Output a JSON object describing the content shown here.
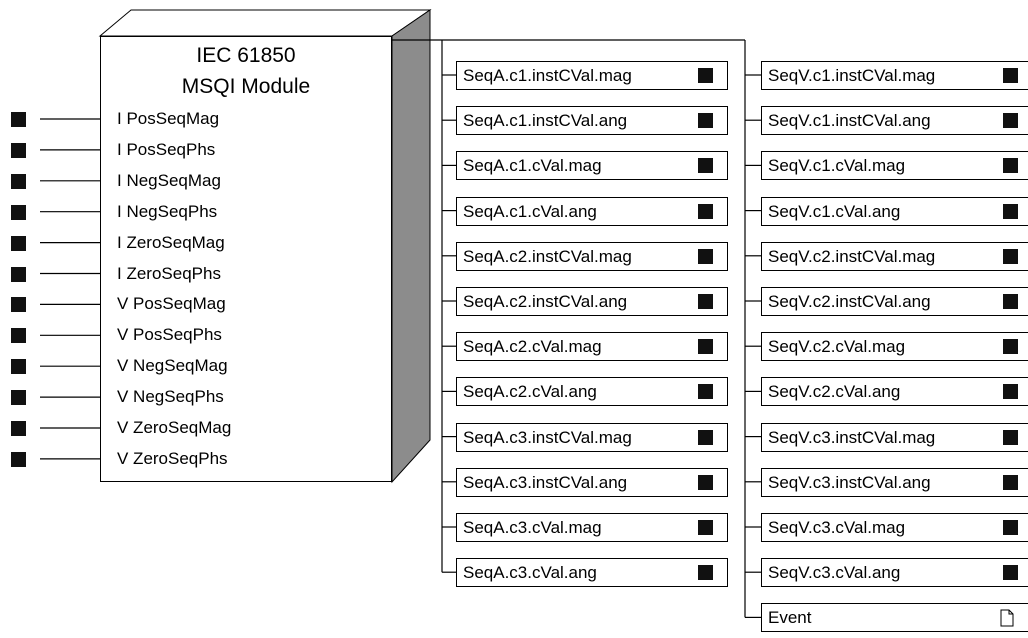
{
  "module": {
    "title_line1": "IEC 61850",
    "title_line2": "MSQI Module"
  },
  "inputs": [
    "I PosSeqMag",
    "I PosSeqPhs",
    "I NegSeqMag",
    "I NegSeqPhs",
    "I ZeroSeqMag",
    "I ZeroSeqPhs",
    "V PosSeqMag",
    "V PosSeqPhs",
    "V NegSeqMag",
    "V NegSeqPhs",
    "V ZeroSeqMag",
    "V ZeroSeqPhs"
  ],
  "outputs_a": [
    "SeqA.c1.instCVal.mag",
    "SeqA.c1.instCVal.ang",
    "SeqA.c1.cVal.mag",
    "SeqA.c1.cVal.ang",
    "SeqA.c2.instCVal.mag",
    "SeqA.c2.instCVal.ang",
    "SeqA.c2.cVal.mag",
    "SeqA.c2.cVal.ang",
    "SeqA.c3.instCVal.mag",
    "SeqA.c3.instCVal.ang",
    "SeqA.c3.cVal.mag",
    "SeqA.c3.cVal.ang"
  ],
  "outputs_v": [
    "SeqV.c1.instCVal.mag",
    "SeqV.c1.instCVal.ang",
    "SeqV.c1.cVal.mag",
    "SeqV.c1.cVal.ang",
    "SeqV.c2.instCVal.mag",
    "SeqV.c2.instCVal.ang",
    "SeqV.c2.cVal.mag",
    "SeqV.c2.cVal.ang",
    "SeqV.c3.instCVal.mag",
    "SeqV.c3.instCVal.ang",
    "SeqV.c3.cVal.mag",
    "SeqV.c3.cVal.ang",
    "Event"
  ],
  "event_icon": "document-icon",
  "colors": {
    "line": "#000000",
    "register_square": "#111111",
    "module_side": "#8c8c8c",
    "module_top": "#ffffff"
  }
}
